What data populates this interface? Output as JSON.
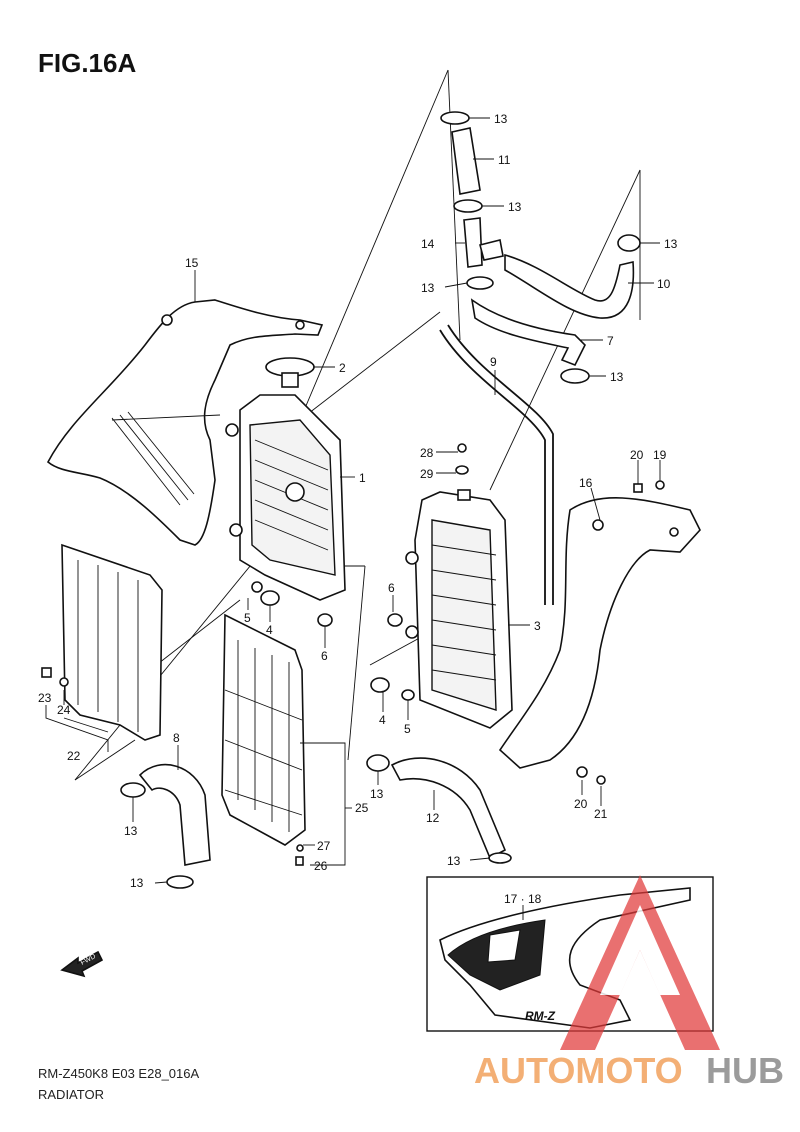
{
  "figure": {
    "title": "FIG.16A",
    "code": "RM-Z450K8 E03 E28_016A",
    "caption": "RADIATOR"
  },
  "fwd_label": "FWD",
  "inset": {
    "label": "17 · 18",
    "logo_text": "RM-Z"
  },
  "watermark": {
    "part1": "AUTOMOTO",
    "part2": "HUB",
    "color1": "#f2a25e",
    "color2": "#8a8a8a",
    "logo_color": "#e03a3a"
  },
  "callouts": {
    "c1": "1",
    "c2": "2",
    "c3": "3",
    "c4a": "4",
    "c4b": "4",
    "c5a": "5",
    "c5b": "5",
    "c6a": "6",
    "c6b": "6",
    "c7": "7",
    "c8": "8",
    "c9": "9",
    "c10": "10",
    "c11": "11",
    "c12": "12",
    "c13a": "13",
    "c13b": "13",
    "c13c": "13",
    "c13d": "13",
    "c13e": "13",
    "c13f": "13",
    "c13g": "13",
    "c13h": "13",
    "c13i": "13",
    "c14": "14",
    "c15": "15",
    "c16": "16",
    "c19": "19",
    "c20a": "20",
    "c20b": "20",
    "c21": "21",
    "c22": "22",
    "c23": "23",
    "c24": "24",
    "c25": "25",
    "c26": "26",
    "c27": "27",
    "c28": "28",
    "c29": "29"
  }
}
